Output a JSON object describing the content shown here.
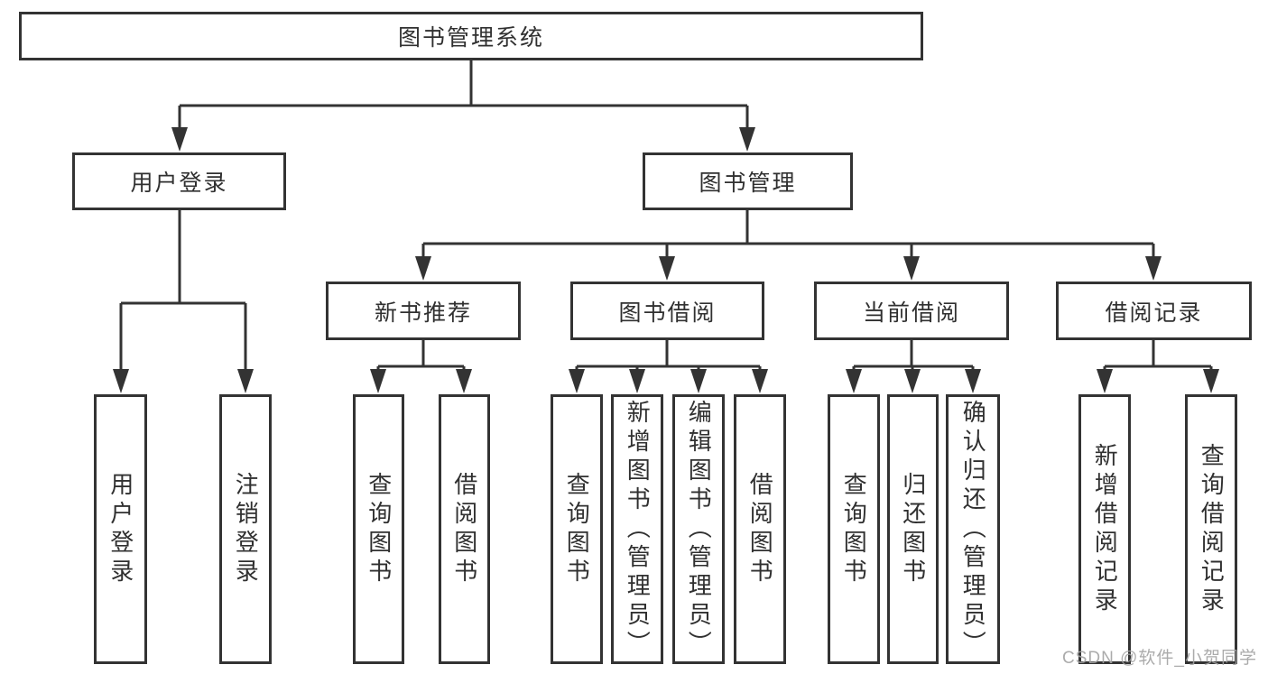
{
  "colors": {
    "line": "#333333",
    "box_border": "#333333",
    "text": "#303030",
    "background": "#ffffff",
    "watermark": "#a3a3a3"
  },
  "watermark": {
    "text": "CSDN @软件_小贺同学"
  },
  "tree": {
    "label": "图书管理系统",
    "children": [
      {
        "label": "用户登录",
        "children": [
          {
            "label": "用户登录"
          },
          {
            "label": "注销登录"
          }
        ]
      },
      {
        "label": "图书管理",
        "children": [
          {
            "label": "新书推荐",
            "children": [
              {
                "label": "查询图书"
              },
              {
                "label": "借阅图书"
              }
            ]
          },
          {
            "label": "图书借阅",
            "children": [
              {
                "label": "查询图书"
              },
              {
                "label": "新增图书（管理员）"
              },
              {
                "label": "编辑图书（管理员）"
              },
              {
                "label": "借阅图书"
              }
            ]
          },
          {
            "label": "当前借阅",
            "children": [
              {
                "label": "查询图书"
              },
              {
                "label": "归还图书"
              },
              {
                "label": "确认归还（管理员）"
              }
            ]
          },
          {
            "label": "借阅记录",
            "children": [
              {
                "label": "新增借阅记录"
              },
              {
                "label": "查询借阅记录"
              }
            ]
          }
        ]
      }
    ]
  }
}
